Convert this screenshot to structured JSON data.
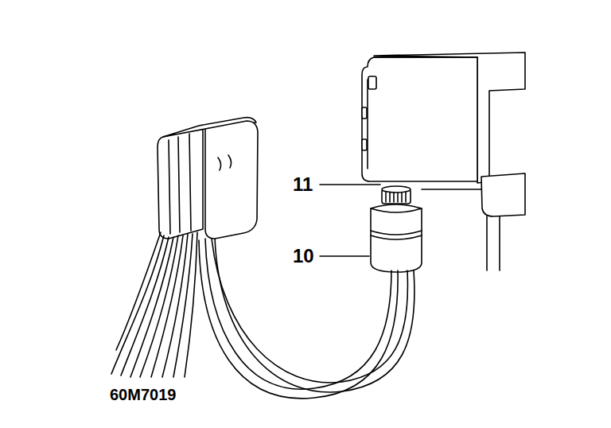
{
  "diagram": {
    "labels": [
      "11",
      "10",
      "60M7019"
    ]
  }
}
